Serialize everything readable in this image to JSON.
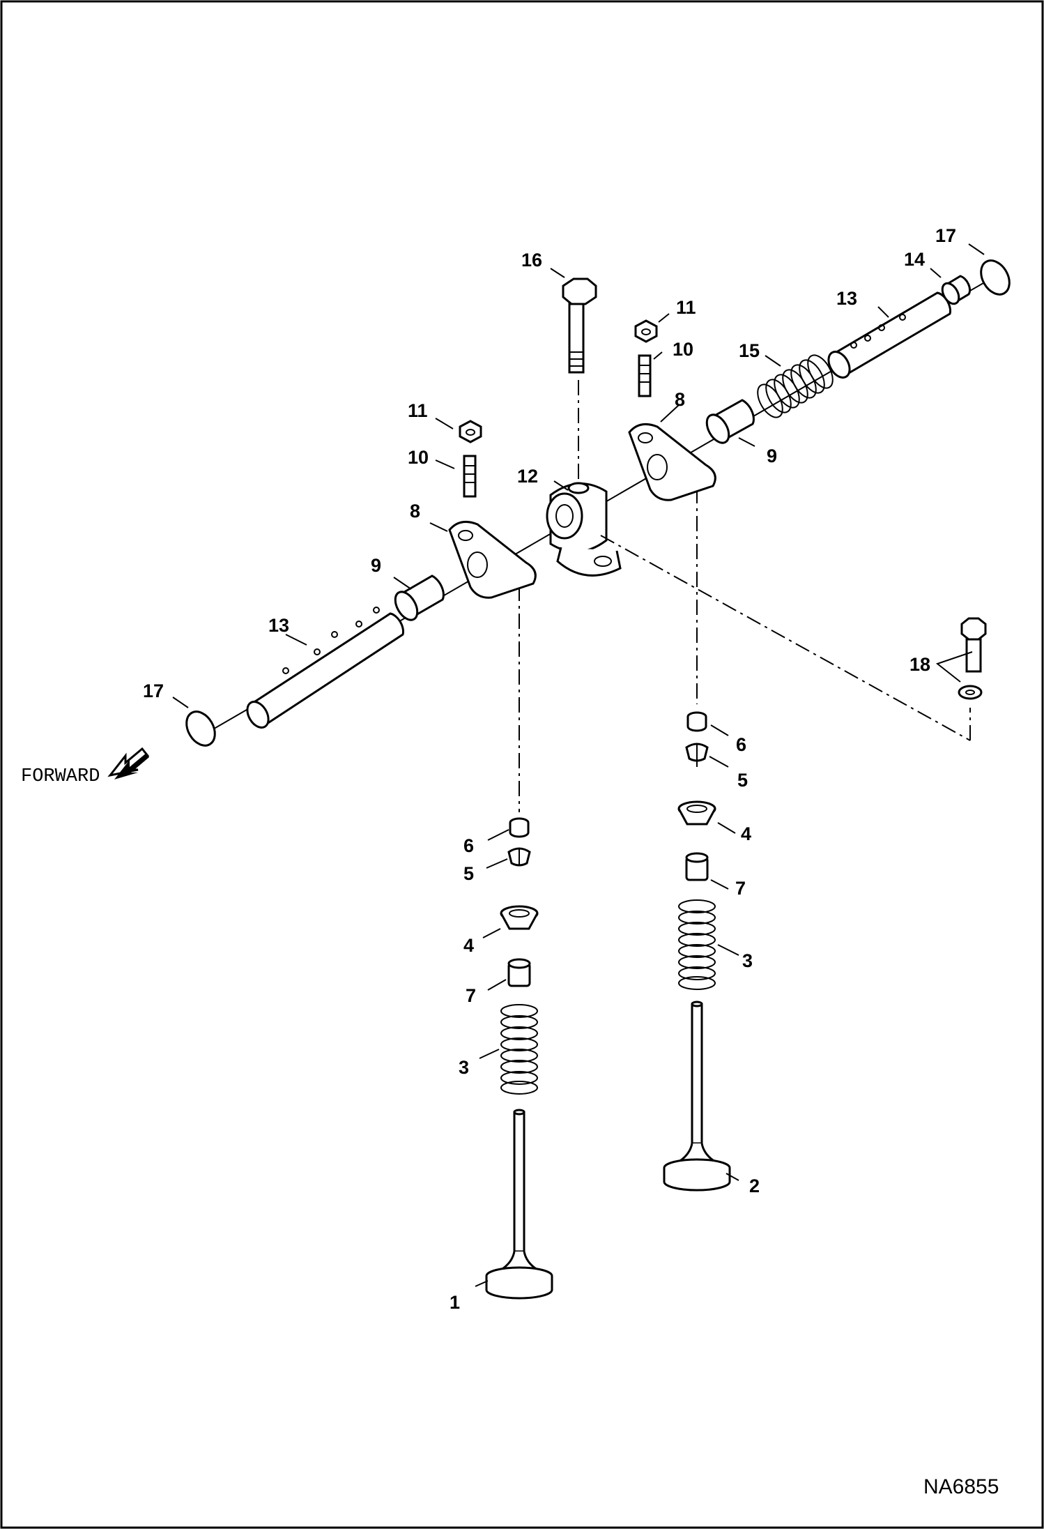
{
  "callouts": {
    "c1": "1",
    "c2": "2",
    "c3a": "3",
    "c3b": "3",
    "c4a": "4",
    "c4b": "4",
    "c5a": "5",
    "c5b": "5",
    "c6a": "6",
    "c6b": "6",
    "c7a": "7",
    "c7b": "7",
    "c8a": "8",
    "c8b": "8",
    "c9a": "9",
    "c9b": "9",
    "c10a": "10",
    "c10b": "10",
    "c11a": "11",
    "c11b": "11",
    "c12": "12",
    "c13a": "13",
    "c13b": "13",
    "c14": "14",
    "c15": "15",
    "c16": "16",
    "c17a": "17",
    "c17b": "17",
    "c18": "18"
  },
  "forward_label": "FORWARD",
  "drawing_ref": "NA6855",
  "icons": {
    "forward_arrow": "forward-arrow-icon"
  }
}
